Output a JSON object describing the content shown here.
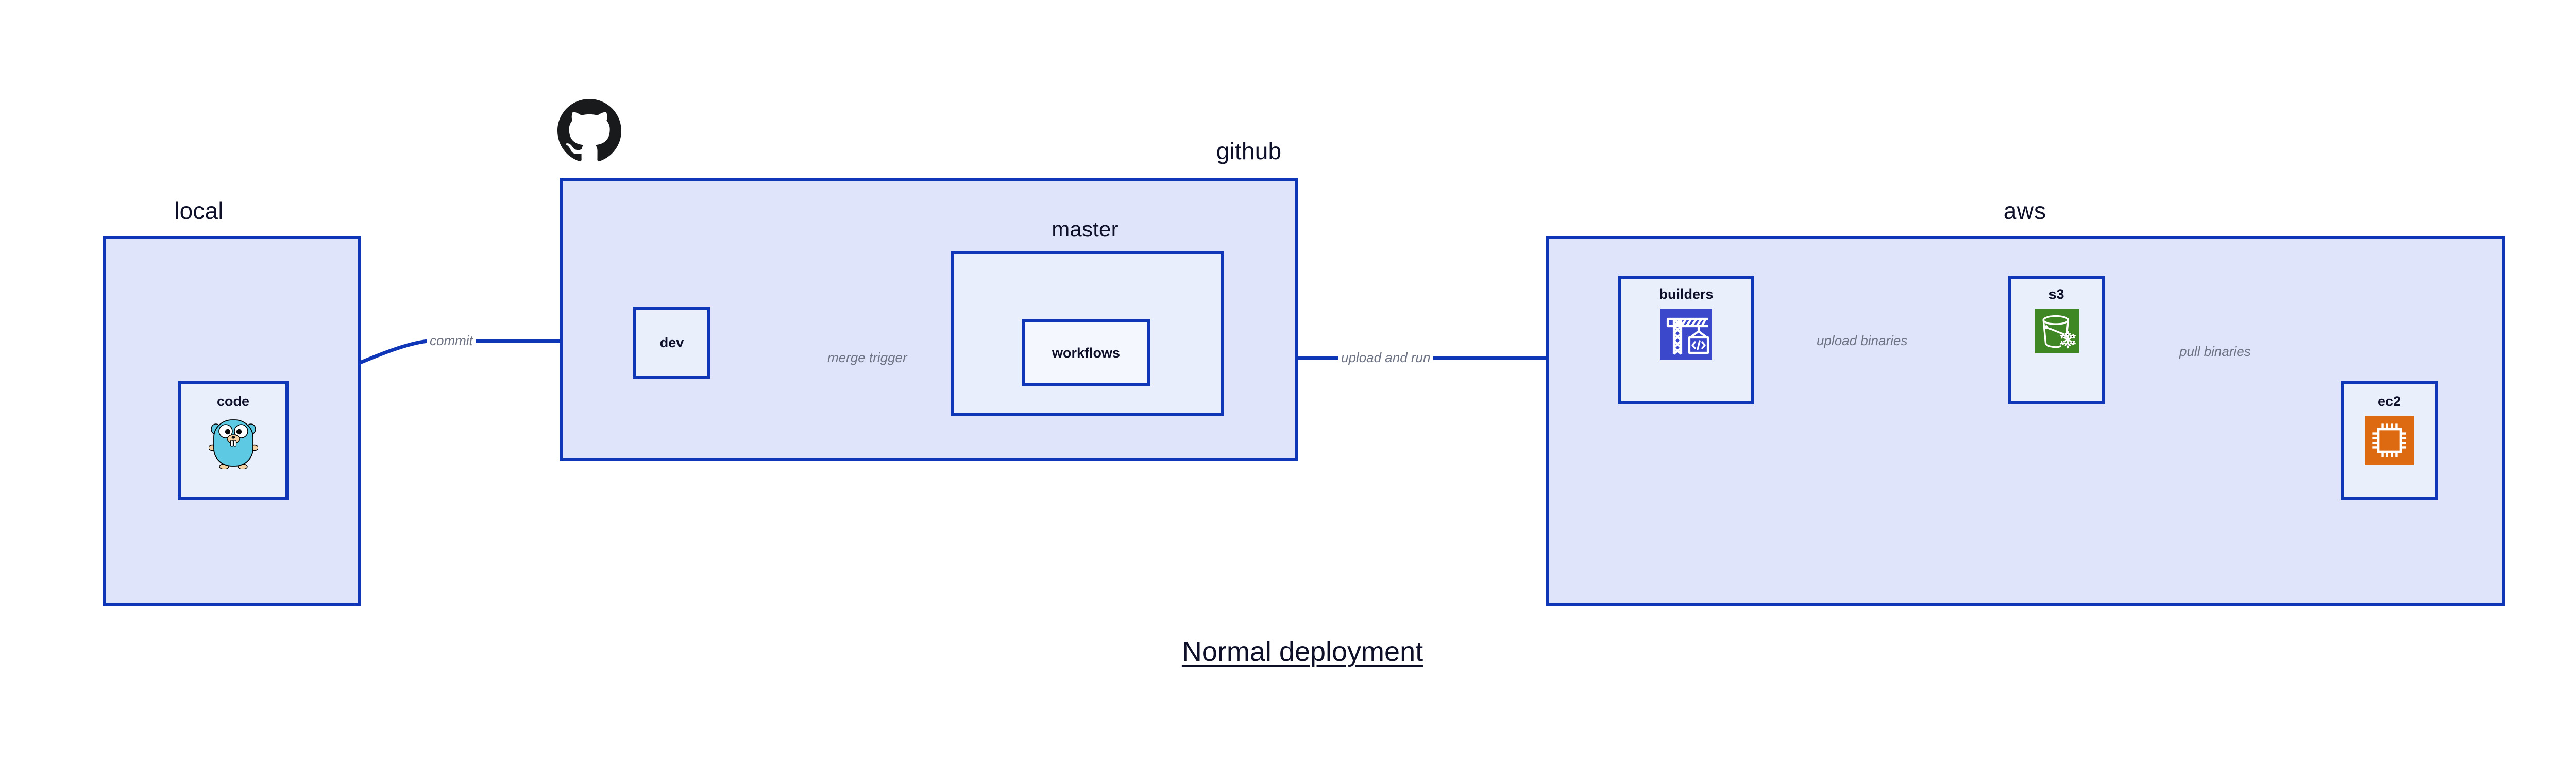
{
  "diagram": {
    "title": "Normal deployment",
    "accent_color": "#1036b8",
    "group_fill": "#dfe4fa",
    "subgroup_fill": "#e9eefc",
    "node_fill": "#eaeffc",
    "label_color": "#0d1028",
    "edge_label_color": "#6e7384",
    "background": "#ffffff"
  },
  "groups": {
    "local": {
      "label": "local",
      "nodes": {
        "code": {
          "label": "code",
          "icon": "go-gopher-icon",
          "icon_color": "#5dc9e2"
        }
      }
    },
    "github": {
      "label": "github",
      "logo": "github-octocat-icon",
      "logo_color": "#191a1c",
      "nodes": {
        "dev": {
          "label": "dev"
        }
      },
      "subgroups": {
        "master": {
          "label": "master",
          "nodes": {
            "workflows": {
              "label": "workflows"
            }
          }
        }
      }
    },
    "aws": {
      "label": "aws",
      "nodes": {
        "builders": {
          "label": "builders",
          "icon": "aws-codebuild-icon",
          "icon_color": "#3b48cc"
        },
        "s3": {
          "label": "s3",
          "icon": "aws-s3-glacier-bucket-icon",
          "icon_color": "#3f8624"
        },
        "ec2": {
          "label": "ec2",
          "icon": "aws-ec2-chip-icon",
          "icon_color": "#dd6a10"
        }
      }
    }
  },
  "edges": [
    {
      "id": "commit",
      "label": "commit",
      "from": "code",
      "to": "dev"
    },
    {
      "id": "merge-trigger",
      "label": "merge trigger",
      "from": "dev",
      "to": "workflows"
    },
    {
      "id": "upload-and-run",
      "label": "upload and run",
      "from": "workflows",
      "to": "builders"
    },
    {
      "id": "upload-binaries",
      "label": "upload binaries",
      "from": "builders",
      "to": "s3"
    },
    {
      "id": "pull-binaries",
      "label": "pull binaries",
      "from": "s3",
      "to": "ec2"
    }
  ]
}
